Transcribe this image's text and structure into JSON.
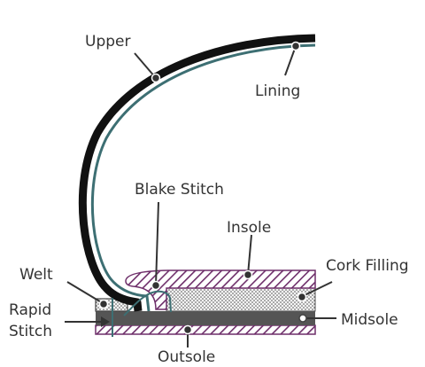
{
  "labels": {
    "upper": "Upper",
    "lining": "Lining",
    "blake_stitch": "Blake Stitch",
    "insole": "Insole",
    "welt": "Welt",
    "cork_filling": "Cork Filling",
    "rapid_stitch_line1": "Rapid",
    "rapid_stitch_line2": "Stitch",
    "midsole": "Midsole",
    "outsole": "Outsole"
  },
  "colors": {
    "upper": "#111111",
    "lining": "#3d6f73",
    "insole": "#6e2f6a",
    "outsole": "#6e2f6a",
    "midsole": "#555555",
    "cork_filling": "#f3f3f3",
    "welt": "#f3f3f3",
    "text": "#333333",
    "leader": "#333333"
  }
}
